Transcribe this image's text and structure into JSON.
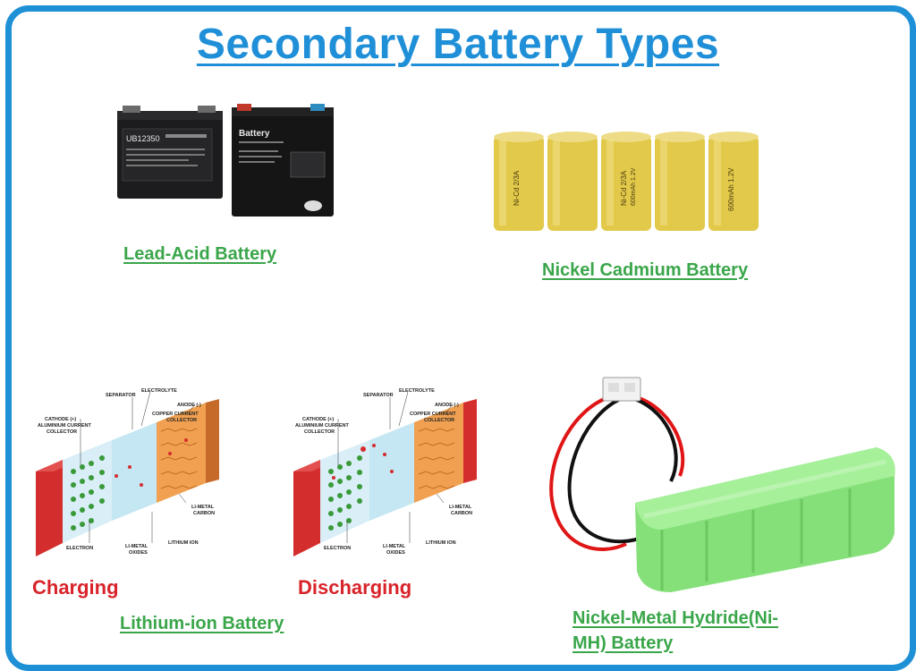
{
  "title": "Secondary Battery Types",
  "batteries": {
    "lead_acid": {
      "label": "Lead-Acid Battery",
      "left_front_text": "UB12350",
      "right_front_text": "Battery"
    },
    "nicd": {
      "label": "Nickel Cadmium Battery",
      "cell_text": "Ni-Cd 2/3A",
      "cell_text2": "600mAh 1.2V"
    },
    "lithium_ion": {
      "label": "Lithium-ion Battery",
      "charging": "Charging",
      "discharging": "Discharging",
      "annotations": {
        "separator": "SEPARATOR",
        "electrolyte": "ELECTROLYTE",
        "anode": "ANODE (-)",
        "cathode": "CATHODE (+)",
        "al_collector_1": "ALUMINIUM CURRENT",
        "al_collector_2": "COLLECTOR",
        "cu_collector_1": "COPPER CURRENT",
        "cu_collector_2": "COLLECTOR",
        "li_metal_carbon_1": "LI-METAL",
        "li_metal_carbon_2": "CARBON",
        "electron": "ELECTRON",
        "li_metal_oxides_1": "LI-METAL",
        "li_metal_oxides_2": "OXIDES",
        "lithium_ion": "LITHIUM ION"
      }
    },
    "nimh": {
      "label_line1": "Nickel-Metal Hydride(Ni-",
      "label_line2": "MH) Battery"
    }
  },
  "colors": {
    "border": "#1e90d6",
    "title": "#1f8fd8",
    "label": "#3aa64a",
    "red_text": "#d8232a",
    "nicd_cell": "#e2c94a",
    "nimh_pack": "#86e07a"
  }
}
